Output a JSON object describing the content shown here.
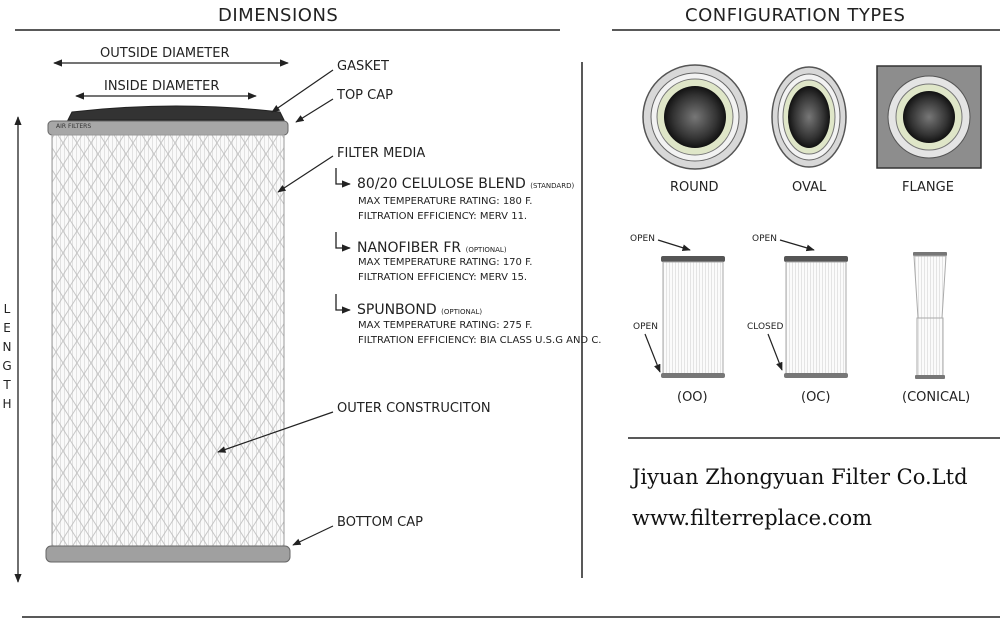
{
  "dimensions": {
    "header": "DIMENSIONS",
    "outside_diameter": "OUTSIDE DIAMETER",
    "inside_diameter": "INSIDE DIAMETER",
    "length_letters": [
      "L",
      "E",
      "N",
      "G",
      "T",
      "H"
    ],
    "gasket": "GASKET",
    "top_cap": "TOP CAP",
    "filter_media": "FILTER MEDIA",
    "outer_construction": "OUTER CONSTRUCITON",
    "bottom_cap": "BOTTOM CAP",
    "cap_brand": "AIR FILTERS"
  },
  "media": [
    {
      "name": "80/20 CELULOSE BLEND",
      "tag": "(STANDARD)",
      "temp": "MAX TEMPERATURE RATING: 180 F.",
      "eff": "FILTRATION EFFICIENCY:  MERV 11."
    },
    {
      "name": "NANOFIBER FR",
      "tag": "(OPTIONAL)",
      "temp": "MAX TEMPERATURE RATING: 170 F.",
      "eff": "FILTRATION EFFICIENCY:  MERV 15."
    },
    {
      "name": "SPUNBOND",
      "tag": "(OPTIONAL)",
      "temp": "MAX TEMPERATURE RATING: 275 F.",
      "eff": "FILTRATION EFFICIENCY: BIA CLASS U.S.G AND C."
    }
  ],
  "configuration": {
    "header": "CONFIGURATION TYPES",
    "shapes": [
      "ROUND",
      "OVAL",
      "FLANGE"
    ],
    "open": "OPEN",
    "closed": "CLOSED",
    "types": [
      "(OO)",
      "(OC)",
      "(CONICAL)"
    ]
  },
  "company": {
    "name": "Jiyuan Zhongyuan Filter Co.Ltd",
    "website": "www.filterreplace.com"
  },
  "colors": {
    "line": "#222222",
    "pleat": "#eeeeee",
    "cap": "#9a9a9a",
    "ring_green": "#dfe6c8"
  }
}
